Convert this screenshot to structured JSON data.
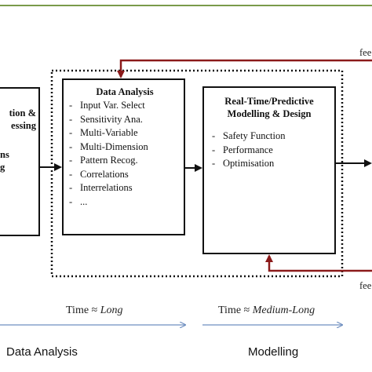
{
  "left_box": {
    "line1": "tion &",
    "line2": "essing",
    "line3": "ns",
    "line4": "g"
  },
  "data_analysis_box": {
    "title": "Data Analysis",
    "items": [
      "Input Var. Select",
      "Sensitivity Ana.",
      "Multi-Variable",
      "Multi-Dimension",
      "Pattern Recog.",
      "Correlations",
      "Interrelations",
      "..."
    ]
  },
  "modelling_box": {
    "title_line1": "Real-Time/Predictive",
    "title_line2": "Modelling & Design",
    "items": [
      "Safety Function",
      "Performance",
      "Optimisation"
    ]
  },
  "feedback_top": "fee",
  "feedback_bottom": "fee",
  "time_labels": [
    {
      "prefix": "Time ≈ ",
      "value": "Long"
    },
    {
      "prefix": "Time ≈ ",
      "value": "Medium-Long"
    }
  ],
  "phases": [
    "Data Analysis",
    "Modelling"
  ],
  "colors": {
    "top_rule": "#7a9a4a",
    "feedback_arrow": "#8b1a1a",
    "timeline": "#6f8fc0",
    "box_border": "#111111"
  }
}
